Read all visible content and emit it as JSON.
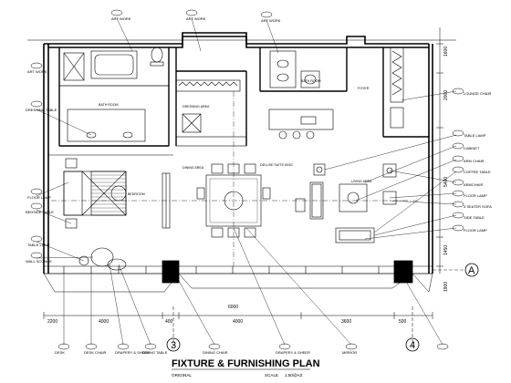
{
  "plan": {
    "title": "FIXTURE & FURNISHING PLAN",
    "scale_label": "SCALE",
    "scale_value": "1:50@A3",
    "subtitle": "ORIGINAL"
  },
  "grid_markers": {
    "a": "A",
    "three": "3",
    "four": "4"
  },
  "dimensions": {
    "d4000a": "4000",
    "d400": "400",
    "d4000b": "4000",
    "d3600": "3600",
    "d500": "500",
    "d6000": "6000",
    "d2200": "2200",
    "v1600": "1600",
    "v2000": "2000",
    "v5400": "5400",
    "v1450": "1450",
    "v1900": "1900"
  },
  "room_labels": {
    "bath_room": "BATH ROOM",
    "dressing_area": "DRESSING AREA",
    "bath_room_2": "BATH ROOM",
    "foyer": "FOYER",
    "dining_area": "DINING AREA",
    "deluxe_suite": "DELUXE SUITE KING",
    "living_area": "LIVING AREA",
    "bedroom": "BEDROOM"
  },
  "note_tags": {
    "n1": "ART WORK",
    "n2": "ART WORK",
    "n3": "ART WORK",
    "n4": "ART WORK",
    "n5": "DRESSING TABLE",
    "n6": "FLOOR LAMP",
    "n7": "BEDSIDE TABLE",
    "n8": "TABLE LAMP",
    "n9": "WALL SCONCE",
    "n10": "LOUNGE CHAIR",
    "n11": "TABLE LAMP",
    "n12": "CABINET",
    "n13": "ARM CHAIR",
    "n14": "COFFEE TABLE",
    "n15": "ARMCHAIR",
    "n16": "FLOOR LAMP",
    "n17": "3 SEATER SOFA",
    "n18": "SIDE TABLE",
    "n19": "FLOOR LAMP",
    "n20": "DESK",
    "n21": "DESK CHAIR",
    "n22": "DRAPERY & SHEER",
    "n23": "DINING TABLE",
    "n24": "DINING CHAIR",
    "n25": "DRAPERY & SHEER",
    "n26": "MIRROR"
  }
}
